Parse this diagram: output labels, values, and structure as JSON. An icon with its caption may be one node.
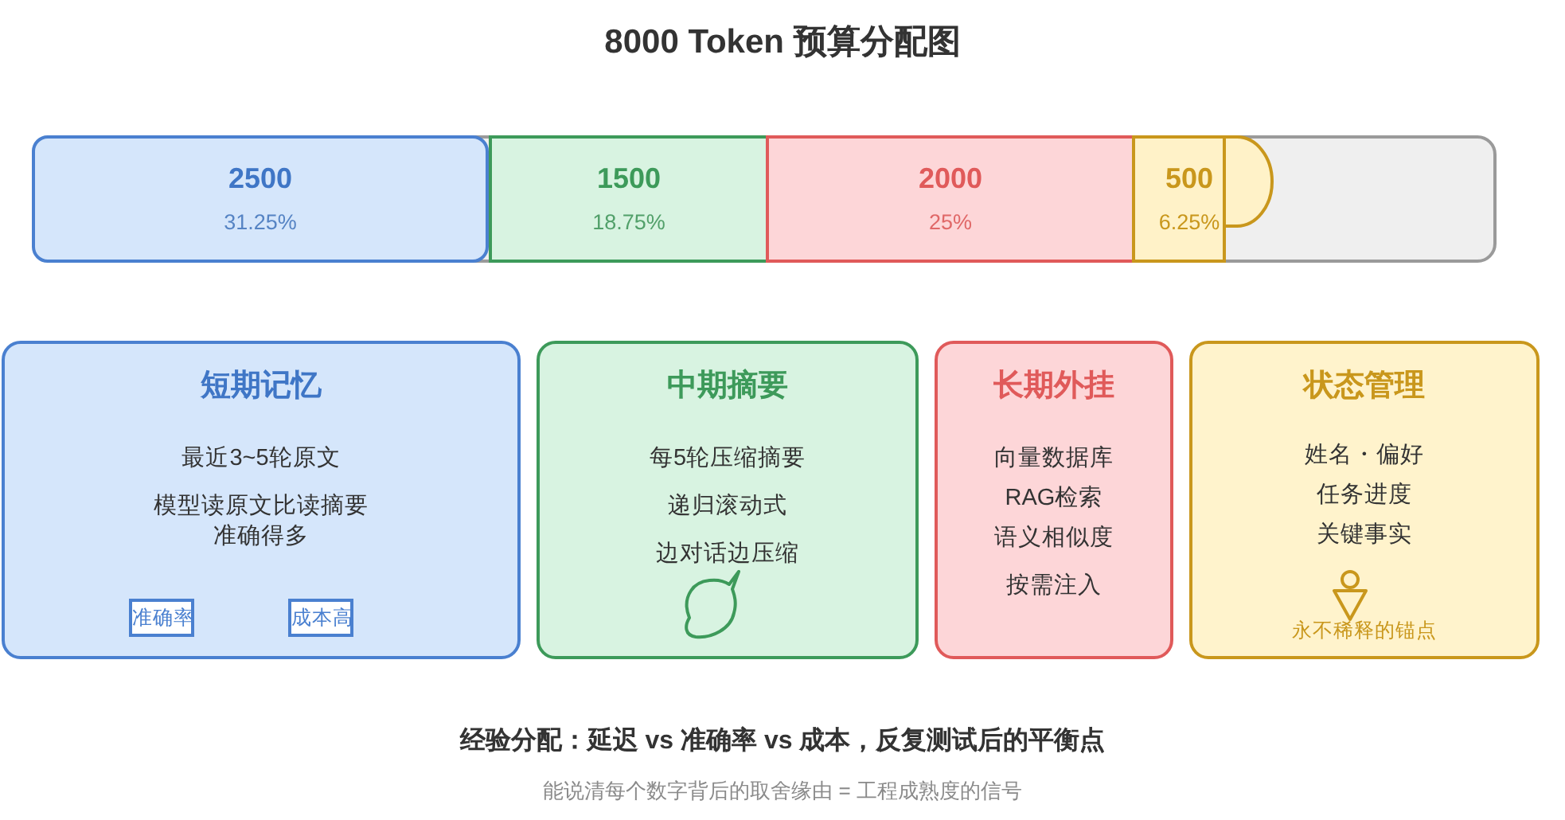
{
  "diagram": {
    "title": "8000 Token 预算分配图",
    "nodes": [
      {
        "text": [],
        "shape": "bar"
      },
      {
        "text": [
          "2500",
          "31.25%"
        ],
        "in": 0
      },
      {
        "text": [
          "1500",
          "18.75%"
        ],
        "in": 0
      },
      {
        "text": [
          "2000",
          "25%"
        ],
        "in": 0
      },
      {
        "text": [
          "500",
          "6.25%"
        ],
        "in": 0
      },
      {
        "text": [
          "短期记忆",
          "最近3~5轮原文",
          "模型读原文比读摘要准确得多"
        ]
      },
      {
        "text": [
          "准确率"
        ],
        "in": 5
      },
      {
        "text": [
          "成本高"
        ],
        "in": 5
      },
      {
        "text": [
          "中期摘要",
          "每5轮压缩摘要",
          "递归滚动式",
          "边对话边压缩"
        ]
      },
      {
        "text": [
          "长期外挂",
          "向量数据库",
          "RAG检索",
          "语义相似度",
          "按需注入"
        ]
      },
      {
        "text": [
          "状态管理",
          "姓名・偏好",
          "任务进度",
          "关键事实",
          "永不稀释的锚点"
        ]
      }
    ],
    "labels": [
      "经验分配：延迟 vs 准确率 vs 成本，反复测试后的平衡点",
      "能说清每个数字背后的取舍缘由 = 工程成熟度的信号"
    ]
  }
}
